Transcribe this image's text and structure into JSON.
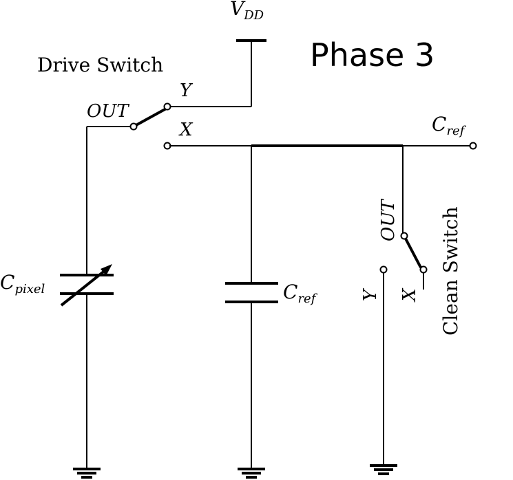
{
  "title": "Phase 3",
  "drive_switch": {
    "label": "Drive Switch",
    "out": "OUT",
    "y": "Y",
    "x": "X"
  },
  "clean_switch": {
    "label": "Clean Switch",
    "out": "OUT",
    "y": "Y",
    "x": "X"
  },
  "vdd": {
    "main": "V",
    "sub": "DD"
  },
  "c_pixel": {
    "main": "C",
    "sub": "pixel"
  },
  "c_ref_node": {
    "main": "C",
    "sub": "ref"
  },
  "c_ref_cap": {
    "main": "C",
    "sub": "ref"
  }
}
